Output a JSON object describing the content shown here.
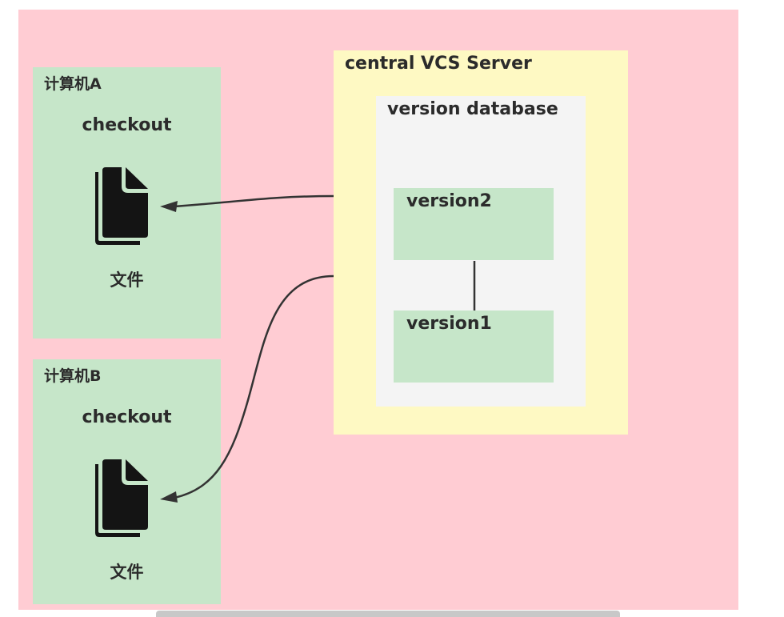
{
  "diagram": {
    "machines": [
      {
        "title": "计算机A",
        "action": "checkout",
        "file_icon": "files-icon",
        "file_label": "文件"
      },
      {
        "title": "计算机B",
        "action": "checkout",
        "file_icon": "files-icon",
        "file_label": "文件"
      }
    ],
    "server": {
      "title": "central VCS Server",
      "database": {
        "title": "version database",
        "versions": [
          "version2",
          "version1"
        ]
      }
    },
    "edges": [
      {
        "from": "server",
        "to": "machine-a-file",
        "style": "arrow"
      },
      {
        "from": "server",
        "to": "machine-b-file",
        "style": "arrow-curved"
      },
      {
        "from": "version2",
        "to": "version1",
        "style": "line"
      }
    ]
  },
  "colors": {
    "canvas": "#ffccd3",
    "machine": "#c6e6c9",
    "server": "#fef9c3",
    "database": "#f4f4f4",
    "version": "#c6e6c9",
    "stroke": "#333333"
  }
}
